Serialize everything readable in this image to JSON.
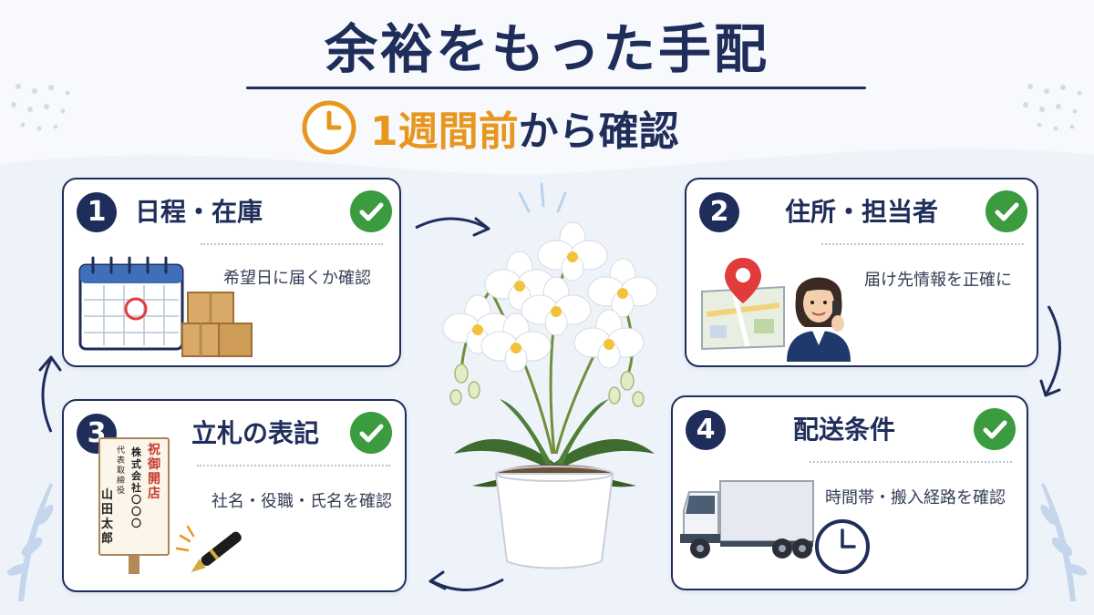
{
  "header": {
    "title": "余裕をもった手配",
    "subtitle_emphasis": "1週間前",
    "subtitle_rest": "から確認"
  },
  "cards": [
    {
      "number": "1",
      "title": "日程・在庫",
      "description": "希望日に届くか確認"
    },
    {
      "number": "2",
      "title": "住所・担当者",
      "description": "届け先情報を正確に"
    },
    {
      "number": "3",
      "title": "立札の表記",
      "description": "社名・役職・氏名を確認"
    },
    {
      "number": "4",
      "title": "配送条件",
      "description": "時間帯・搬入経路を確認"
    }
  ],
  "placard": {
    "line1": "祝 御開店",
    "line2": "株式会社〇〇〇",
    "line3": "代表取締役",
    "line4": "山田太郎"
  },
  "colors": {
    "navy": "#1f2d5a",
    "orange": "#e8961d",
    "check_green": "#3a9b3f",
    "map_pin_red": "#e23b3b"
  },
  "icons": [
    "clock-icon",
    "check-icon",
    "calendar-icon",
    "box-icon",
    "map-pin-icon",
    "person-phone-icon",
    "truck-icon",
    "pen-icon",
    "orchid-icon"
  ]
}
